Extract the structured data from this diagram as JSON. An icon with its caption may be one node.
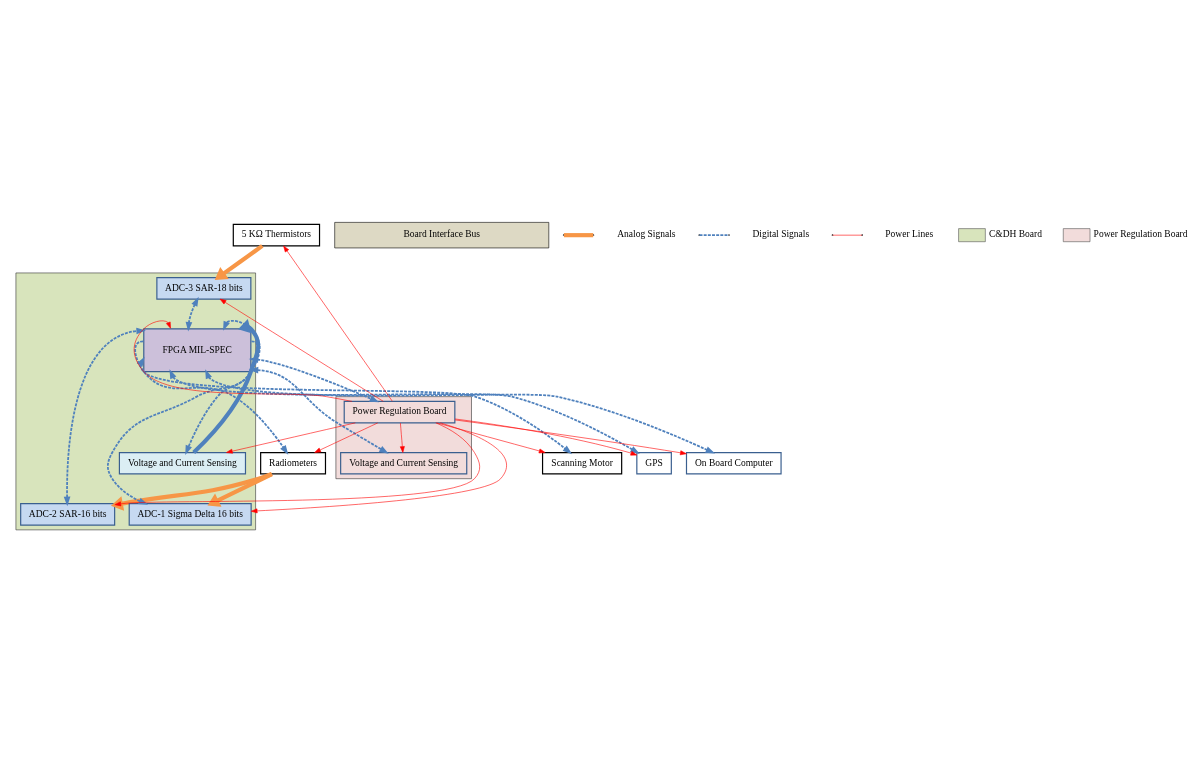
{
  "diagram": {
    "nodes": [
      {
        "text": [
          "5 KΩ Thermistors"
        ]
      },
      {
        "text": [
          "Radiometers"
        ]
      },
      {
        "text": [
          "Scanning Motor"
        ]
      },
      {
        "text": [],
        "shape": "box"
      },
      {
        "text": [
          "ADC-2 SAR-16 bits"
        ],
        "in": 3
      },
      {
        "text": [
          "ADC-3 SAR-18 bits"
        ],
        "in": 3
      },
      {
        "text": [
          "Voltage and Current Sensing"
        ],
        "in": 3
      },
      {
        "text": [
          "ADC-1 Sigma Delta 16 bits"
        ],
        "in": 3
      },
      {
        "text": [
          "FPGA MIL-SPEC"
        ],
        "in": 3
      },
      {
        "text": [
          "Board Interface Bus"
        ]
      },
      {
        "text": [],
        "shape": "box"
      },
      {
        "text": [
          "Power Regulation Board"
        ],
        "in": 10
      },
      {
        "text": [
          "Voltage and Current Sensing"
        ],
        "in": 10
      },
      {
        "text": [
          "On Board Computer"
        ]
      },
      {
        "text": [
          "GPS"
        ]
      }
    ],
    "edges": [
      {
        "from": 0,
        "to": 5,
        "arrow": "to",
        "style": "thick",
        "color": "#f79646"
      },
      {
        "from": 1,
        "to": 4,
        "arrow": "to",
        "style": "thick",
        "color": "#f79646"
      },
      {
        "from": 1,
        "to": 7,
        "arrow": "to",
        "style": "thick",
        "color": "#f79646"
      },
      {
        "from": 4,
        "to": 8,
        "arrow": "both",
        "style": "dashed",
        "color": "#4f81bd"
      },
      {
        "from": 5,
        "to": 8,
        "arrow": "both",
        "style": "dashed",
        "color": "#4f81bd"
      },
      {
        "from": 7,
        "to": 8,
        "arrow": "both",
        "style": "dashed",
        "color": "#4f81bd"
      },
      {
        "from": 6,
        "to": 8,
        "arrow": "to",
        "style": "thick",
        "color": "#4f81bd"
      },
      {
        "from": 8,
        "to": 6,
        "arrow": "to",
        "style": "dashed",
        "color": "#4f81bd"
      },
      {
        "from": 8,
        "to": 1,
        "arrow": "to",
        "style": "dashed",
        "color": "#4f81bd"
      },
      {
        "from": 8,
        "to": 2,
        "arrow": "both",
        "style": "dashed",
        "color": "#4f81bd"
      },
      {
        "from": 8,
        "to": 11,
        "arrow": "both",
        "style": "dashed",
        "color": "#4f81bd"
      },
      {
        "from": 8,
        "to": 12,
        "arrow": "both",
        "style": "dashed",
        "color": "#4f81bd"
      },
      {
        "from": 8,
        "to": 13,
        "arrow": "both",
        "style": "dashed",
        "color": "#4f81bd"
      },
      {
        "from": 8,
        "to": 14,
        "arrow": "both",
        "style": "dashed",
        "color": "#4f81bd"
      },
      {
        "from": 11,
        "to": 0,
        "arrow": "to",
        "color": "#ff0000"
      },
      {
        "from": 11,
        "to": 1,
        "arrow": "to",
        "color": "#ff0000"
      },
      {
        "from": 11,
        "to": 2,
        "arrow": "to",
        "color": "#ff0000"
      },
      {
        "from": 11,
        "to": 4,
        "arrow": "to",
        "color": "#ff0000"
      },
      {
        "from": 11,
        "to": 5,
        "arrow": "to",
        "color": "#ff0000"
      },
      {
        "from": 11,
        "to": 7,
        "arrow": "to",
        "color": "#ff0000"
      },
      {
        "from": 11,
        "to": 6,
        "arrow": "to",
        "color": "#ff0000"
      },
      {
        "from": 11,
        "to": 8,
        "arrow": "to",
        "color": "#ff0000"
      },
      {
        "from": 11,
        "to": 12,
        "arrow": "to",
        "color": "#ff0000"
      },
      {
        "from": 11,
        "to": 13,
        "arrow": "to",
        "color": "#ff0000"
      },
      {
        "from": 11,
        "to": 14,
        "arrow": "to",
        "color": "#ff0000"
      }
    ],
    "legend": [
      {
        "text": "Analog Signals"
      },
      {
        "text": "Digital Signals"
      },
      {
        "text": "Power Lines"
      },
      {
        "text": "C&DH Board",
        "color": "#d8e4bc"
      },
      {
        "text": "Power Regulation Board",
        "color": "#f2dcdb"
      }
    ]
  }
}
